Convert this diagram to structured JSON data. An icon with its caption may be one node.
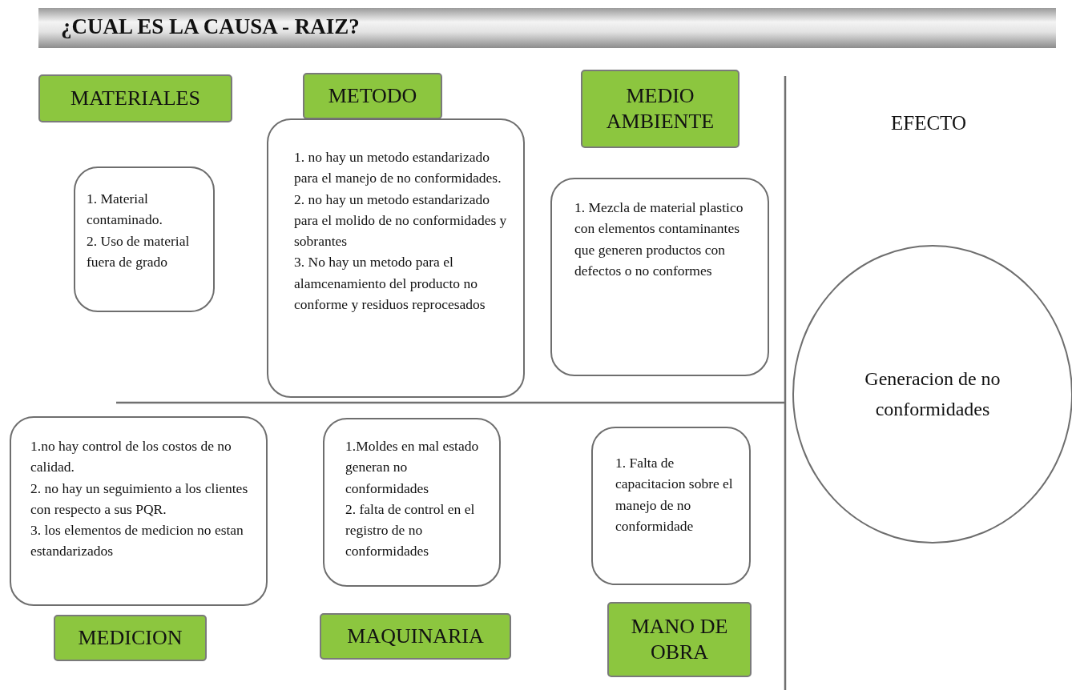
{
  "diagram": {
    "title": "¿CUAL ES LA CAUSA - RAIZ?",
    "nodes": [
      {
        "text": [
          "MATERIALES"
        ]
      },
      {
        "text": [
          "METODO"
        ]
      },
      {
        "text": [
          "MEDIO AMBIENTE"
        ]
      },
      {
        "text": [
          "1. Material contaminado.",
          "2. Uso de material fuera de grado"
        ]
      },
      {
        "text": [
          "1. no hay un metodo estandarizado para el manejo de no conformidades.",
          "2. no hay un metodo estandarizado para el molido de no conformidades y sobrantes",
          "3. No hay un metodo para el alamcenamiento del producto no conforme y residuos reprocesados"
        ]
      },
      {
        "text": [
          "1. Mezcla de material plastico con elementos contaminantes que generen productos con defectos o no conformes"
        ]
      },
      {
        "text": [
          "Generacion de no conformidades"
        ]
      },
      {
        "text": [
          "1.no hay control de los costos de no calidad.",
          "2. no hay un seguimiento a los clientes con respecto a sus PQR.",
          "3. los elementos de medicion no estan estandarizados"
        ]
      },
      {
        "text": [
          "1.Moldes en mal estado generan no conformidades",
          "2. falta de control en el registro de no conformidades"
        ]
      },
      {
        "text": [
          "1. Falta de capacitacion sobre el manejo de no conformidade"
        ]
      },
      {
        "text": [
          "MEDICION"
        ]
      },
      {
        "text": [
          "MAQUINARIA"
        ]
      },
      {
        "text": [
          "MANO DE OBRA"
        ]
      }
    ],
    "labels": [
      "EFECTO"
    ]
  }
}
